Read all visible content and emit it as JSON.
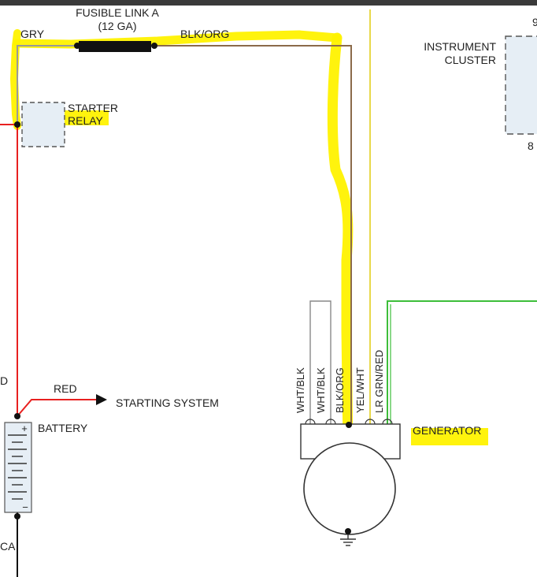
{
  "labels": {
    "fusible_link_line1": "FUSIBLE LINK A",
    "fusible_link_line2": "(12 GA)",
    "gry": "GRY",
    "blk_org_top": "BLK/ORG",
    "starter_relay_line1": "STARTER",
    "starter_relay_line2": "RELAY",
    "instrument_cluster_line1": "INSTRUMENT",
    "instrument_cluster_line2": "CLUSTER",
    "cluster_pin_top": "9",
    "cluster_pin_bottom": "8",
    "red": "RED",
    "starting_system": "STARTING SYSTEM",
    "battery": "BATTERY",
    "battery_plus": "+",
    "battery_minus": "−",
    "left_edge_d": "D",
    "left_edge_ca": "CA",
    "generator": "GENERATOR",
    "pin_wht_blk_1": "WHT/BLK",
    "pin_wht_blk_2": "WHT/BLK",
    "pin_blk_org": "BLK/ORG",
    "pin_yel_wht": "YEL/WHT",
    "pin_lr_grn_red": "LR GRN/RED"
  },
  "colors": {
    "highlight": "#FFF200",
    "wire_red": "#E8201F",
    "wire_green": "#3DBE3A",
    "wire_black": "#111111",
    "wire_brown": "#8B6A4A",
    "wire_grey": "#999999",
    "component_fill": "#E6EEF5",
    "component_dash": "#555555"
  }
}
